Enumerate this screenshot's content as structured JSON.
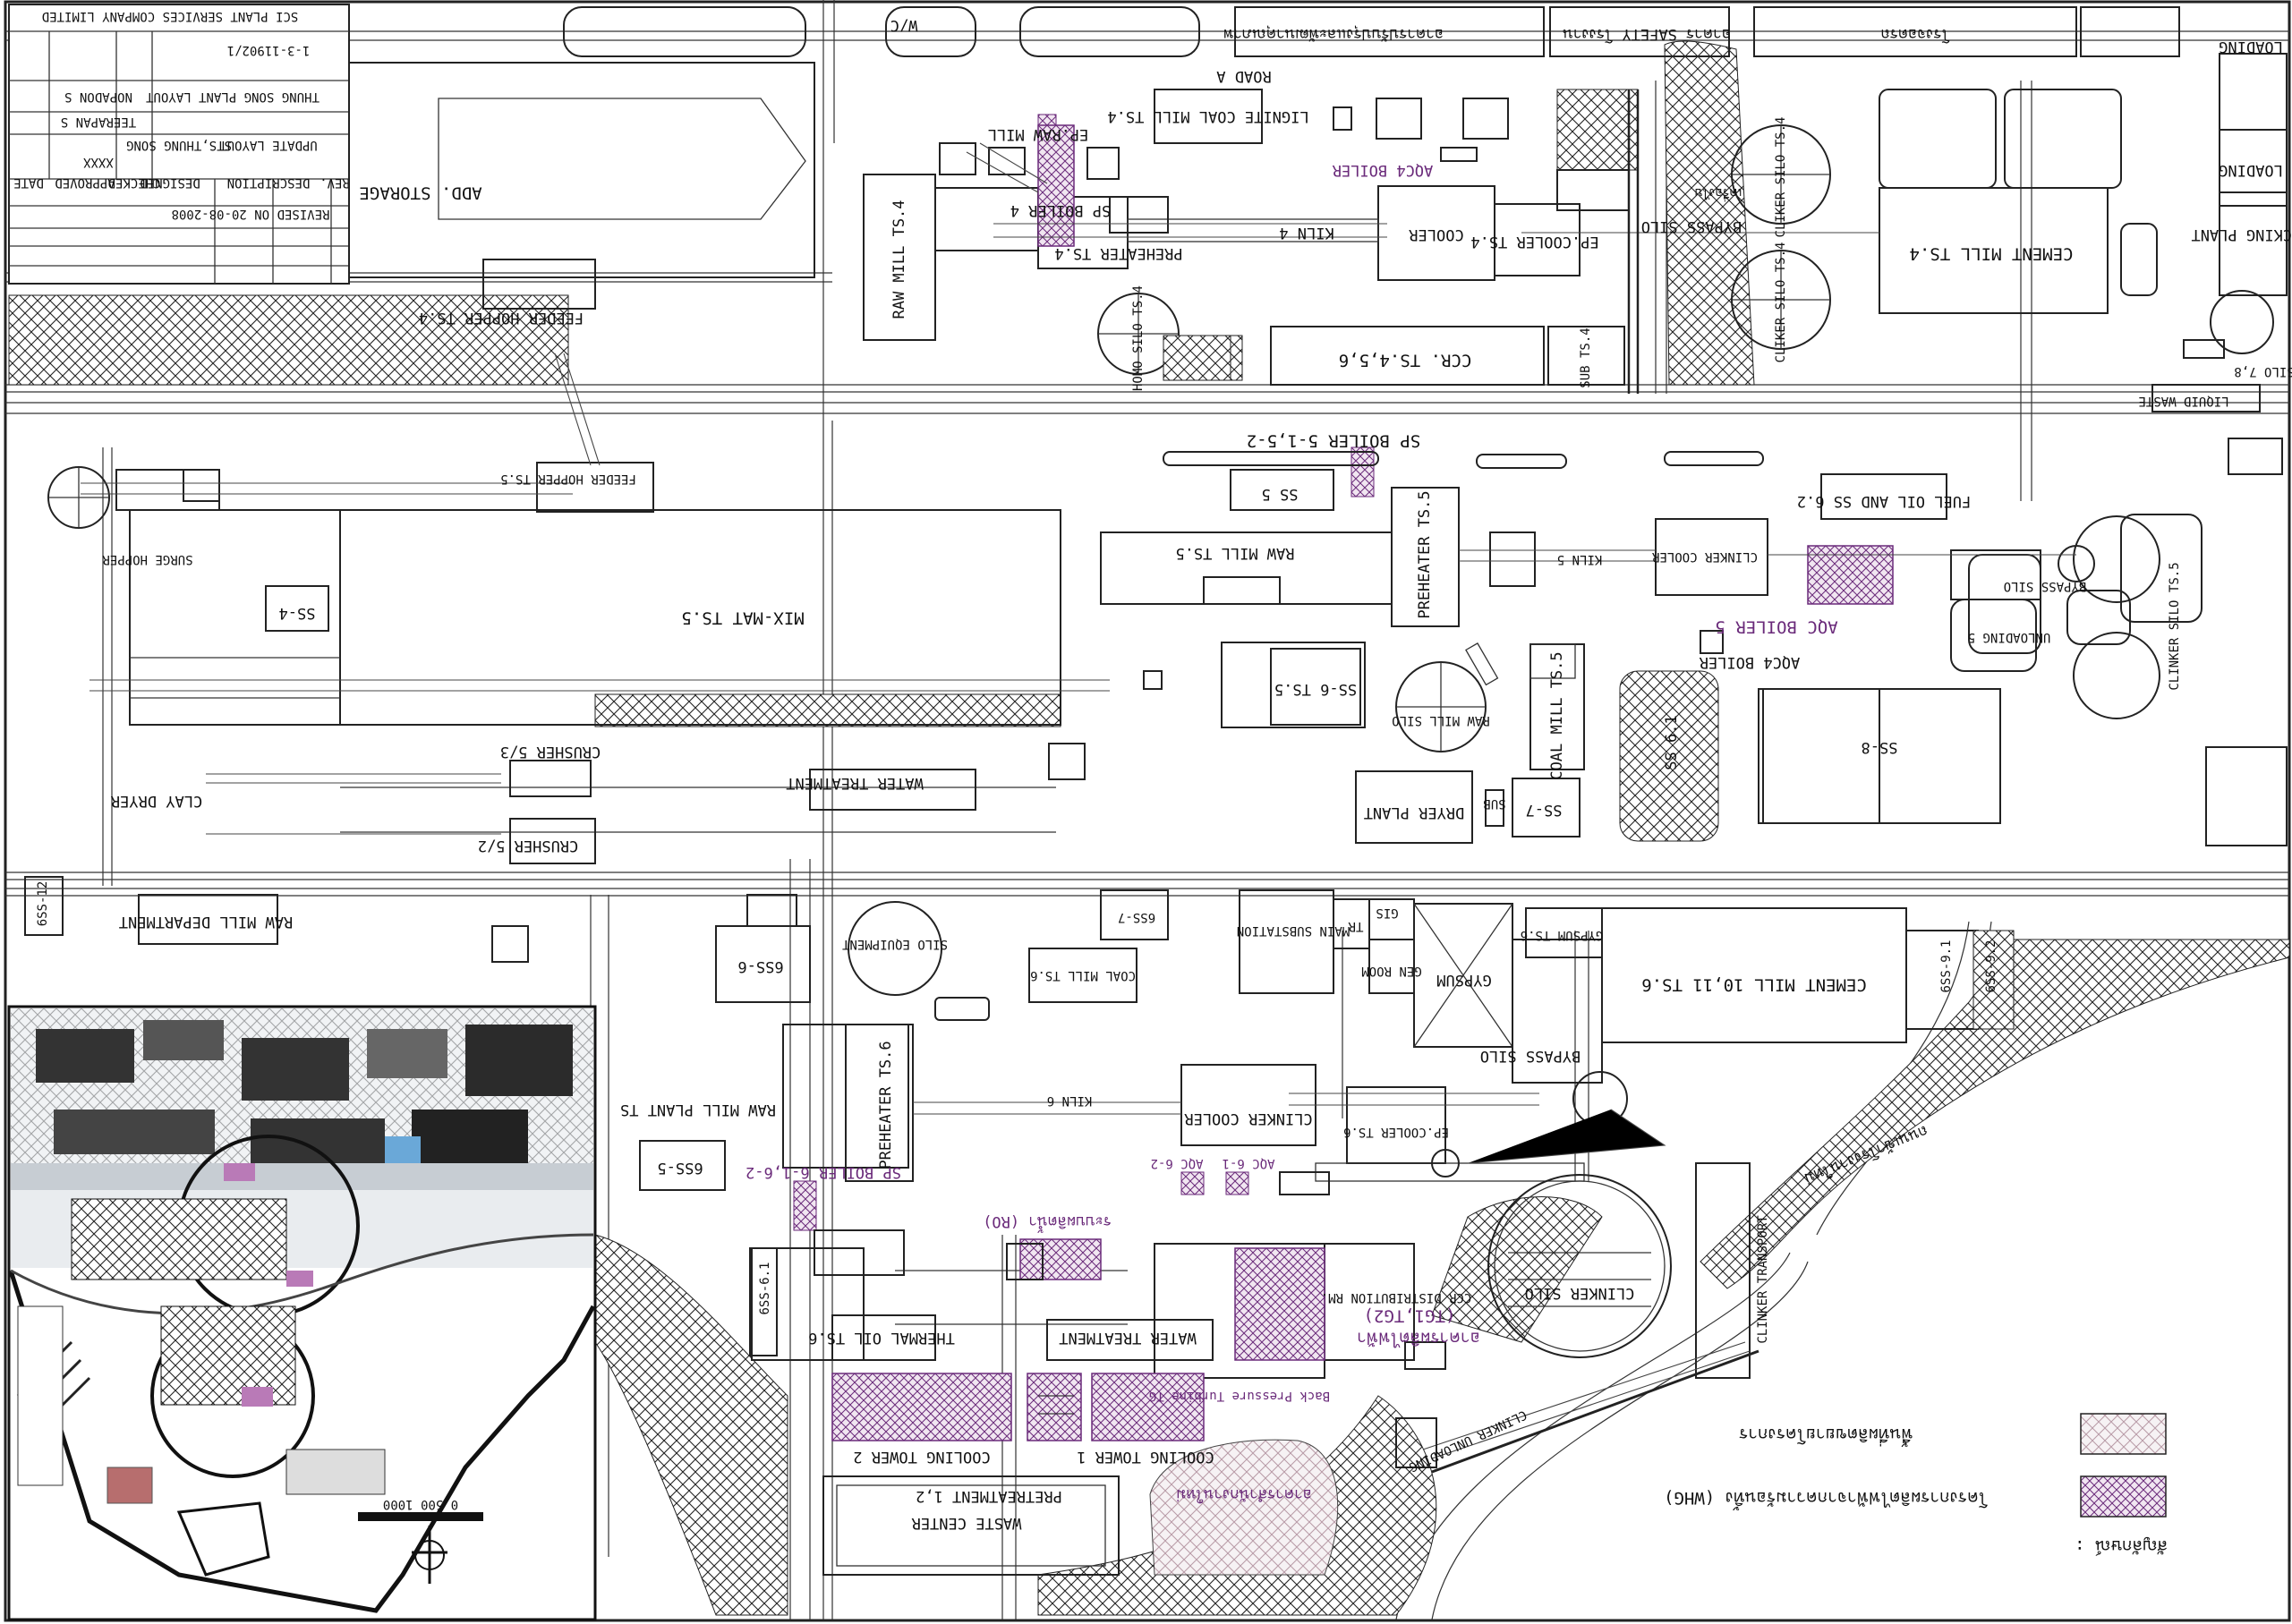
{
  "title_block": {
    "company": "SCI PLANT SERVICES COMPANY LIMITED",
    "drawing_no": "1-3-11902/1",
    "project": "THUNG SONG PLANT LAYOUT",
    "revision_desc": "REVISED ON 20-08-2008",
    "update": "UPDATE LAYOUT",
    "plant": "STS,THUNG SONG",
    "approved": "NOPADON S",
    "checked": "TEERAPAN S",
    "drawn": "XXXX",
    "columns": [
      "REV.",
      "DESCRIPTION",
      "DESIGNED",
      "CHECKED",
      "APPROVED",
      "DATE"
    ]
  },
  "legend": {
    "title": "สัญลักษณ์ :",
    "items": [
      {
        "key": "whg",
        "label": "โครงการผลิตไฟฟ้าจากความร้อนทิ้ง (WHG)"
      },
      {
        "key": "ext",
        "label": "พื้นที่ผลิตขยายโครงการ"
      }
    ]
  },
  "labels": {
    "road_a": "ROAD A",
    "wc": "W/C",
    "add_storage": "ADD. STORAGE",
    "feeder_hopper_ts4": "FEEDER HOPPER TS.4",
    "raw_mill_ts4": "RAW MILL TS.4",
    "ep_raw_mill": "EP.RAW MILL",
    "lignite_coal_mill": "LIGNITE COAL MILL TS.4",
    "aqc4_boiler": "AQC4 BOILER",
    "sp_boiler4": "SP BOILER 4",
    "preheater_ts4": "PREHEATER TS.4",
    "kiln4": "KILN 4",
    "cooler": "COOLER",
    "ep_cooler_ts4": "EP.COOLER TS.4",
    "bypass_silo_top": "BYPASS SILO",
    "clinker_silo_ts4a": "CLIKER SILO TS.4",
    "clinker_silo_ts4b": "CLIKER SILO TS.4",
    "cement_mill_ts4": "CEMENT MILL TS.4",
    "homo_silo": "HOMO SILO TS.4",
    "ccr_ts456": "CCR. TS.4,5,6",
    "sub_ts4": "SUB TS.4",
    "loading1": "LOADING",
    "loading2": "LOADING",
    "packing_plant": "PACKING PLANT",
    "silo78": "SILO 7,8",
    "liquid_waste": "LIQUID WASTE",
    "sp_boiler5": "SP BOILER 5-1,5-2",
    "feeder_hopper_ts5": "FEEDER HOPPER TS.5",
    "surge_hopper": "SURGE HOPPER",
    "ss4": "SS-4",
    "mix_mat": "MIX-MAT TS.5",
    "ss5": "SS 5",
    "raw_mill_ts5": "RAW MILL TS.5",
    "preheater_ts5": "PREHEATER TS.5",
    "kiln5": "KILN 5",
    "clinker_cooler5": "CLINKER COOLER",
    "fuel_oil_ss62": "FUEL OIL AND SS 6.2",
    "bypass_silo5": "BYPASS SILO",
    "clinker_silo_ts5": "CLINKER SILO TS.5",
    "unloading5": "UNLOADING 5",
    "aqc_boiler5": "AQC BOILER 5",
    "aqc4_boiler_b": "AQC4 BOILER",
    "ss6_ts5": "SS-6 TS.5",
    "raw_mill_silo": "RAW MILL SILO",
    "coal_mill_ts5": "COAL MILL TS.5",
    "ss61": "SS 6.1",
    "ss8": "SS-8",
    "crusher53": "CRUSHER 5/3",
    "clay_dryer": "CLAY DRYER",
    "water_treatment_top": "WATER TREATMENT",
    "crusher52": "CRUSHER 5/2",
    "dryer_plant": "DRYER PLANT",
    "ss7": "SS-7",
    "sub": "SUB",
    "raw_mill_dept": "RAW MILL DEPARTMENT",
    "ss12": "6SS-12",
    "ss6_6": "6SS-6",
    "silo_equipment": "SILO EQUIPMENT",
    "ss7_6": "6SS-7",
    "coal_mill_ts6": "COAL MILL TS.6",
    "main_substation": "MAIN SUBSTATION",
    "tr": "TR",
    "gis": "GIS",
    "gen_room": "GEN ROOM",
    "gypsum": "GYPSUM",
    "gypsum_ts6": "GYPSUM TS.6",
    "cement_mill_1011": "CEMENT MILL 10,11 TS.6",
    "ss91": "6SS-9.1",
    "ss92": "6SS-9.2",
    "raw_mill_plant": "RAW MILL PLANT TS",
    "preheater_ts6": "PREHEATER TS.6",
    "kiln6": "KILN 6",
    "clinker_cooler6": "CLINKER COOLER",
    "ep_cooler_ts6": "EP.COOLER TS.6",
    "bypass_silo6": "BYPASS SILO",
    "ss5_6": "6SS-5",
    "sp_boiler6": "SP BOILER 6-1,6-2",
    "aqc61": "AQC 6-1",
    "aqc62": "AQC 6-2",
    "ro": "ระบบผลิตน้ำ (RO)",
    "ss61_6": "6SS-6.1",
    "thermal_oil": "THERMAL OIL TS.6",
    "water_treatment": "WATER TREATMENT",
    "ccr_distribution": "CCR DISTRIBUTION RM.",
    "power_bldg": "อาคารผลิตไฟฟ้า",
    "tg": "(TG1,TG2)",
    "back_pressure": "Back Pressure Turbine TG",
    "clinker_silo_big": "CLINKER SILO",
    "clinker_transport": "CLINKER TRANSPORT",
    "clinker_unloading": "CLINKER UNLOADING",
    "cooling_tower2": "COOLING TOWER 2",
    "cooling_tower1": "COOLING TOWER 1",
    "pretreatment": "PRETREATMENT 1,2",
    "waste_center": "WASTE CENTER",
    "new_bldg": "อาคารสำนักงานใหม่",
    "new_road": "ถนนเข้าโรงงานใหม่",
    "thai_top1": "อาคารปรับปรุงและพัฒนาคุณภาพ",
    "thai_top2": "อาคาร SAFETY โรงงาน",
    "thai_top3": "โรงจอดรถ",
    "thai_bypass": "เครื่องไบ"
  },
  "scale_bar": "0 500 1000"
}
